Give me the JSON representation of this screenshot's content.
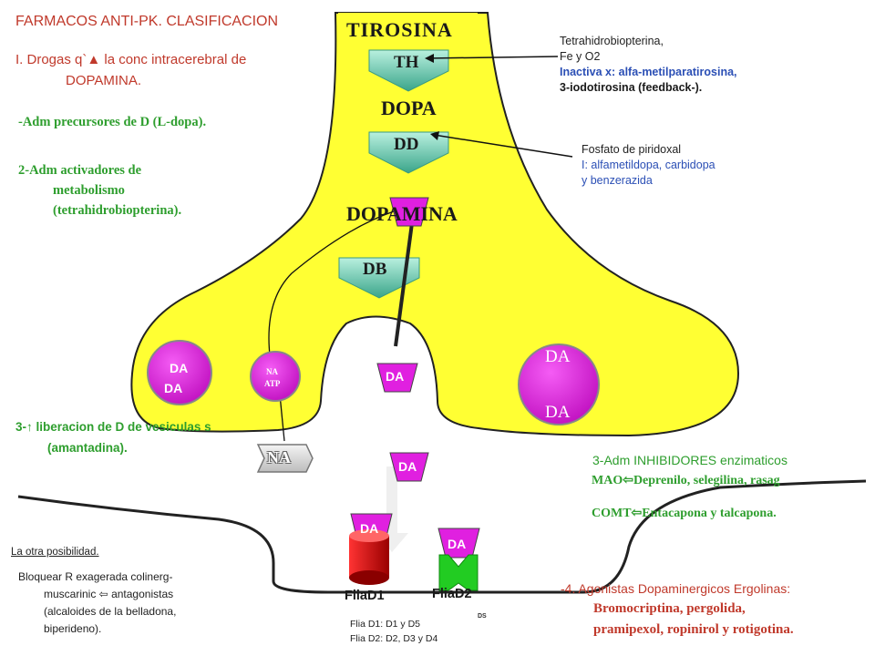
{
  "title": "FARMACOS ANTI-PK.  CLASIFICACION",
  "section1_line1": "I. Drogas q`▲ la conc intracerebral de",
  "section1_line2": "DOPAMINA.",
  "item1": "-Adm precursores de D (L-dopa).",
  "item2_line1": "2-Adm activadores de",
  "item2_line2": "metabolismo",
  "item2_line3": "(tetrahidrobiopterina).",
  "item3_line1": "3-↑ liberacion de D de vesiculas s",
  "item3_line2": "(amantadina).",
  "pathway": {
    "tirosina": "TIROSINA",
    "th": "TH",
    "dopa": "DOPA",
    "dd": "DD",
    "dopamina": "DOPAMINA",
    "db": "DB"
  },
  "th_note": {
    "line1": "Tetrahidrobiopterina,",
    "line2": "Fe y O2",
    "line3": "Inactiva x: alfa-metilparatirosina,",
    "line4": "3-iodotirosina (feedback-)."
  },
  "dd_note": {
    "line1": "Fosfato de piridoxal",
    "line2": "I: alfametildopa, carbidopa",
    "line3": "y benzerazida"
  },
  "vesicles": {
    "left_da1": "DA",
    "left_da2": "DA",
    "na": "NA",
    "atp": "ATP",
    "right_da1": "DA",
    "right_da2": "DA"
  },
  "da_labels": [
    "DA",
    "DA",
    "DA",
    "DA"
  ],
  "na_label": "NA",
  "inhibitors": {
    "heading": "3-Adm INHIBIDORES enzimaticos",
    "mao": "MAO⇦Deprenilo, selegilina, rasag",
    "comt": "COMT⇦Entacapona y talcapona."
  },
  "agonists": {
    "heading": "-4. Agonistas Dopaminergicos Ergolinas:",
    "line1": "Bromocriptina, pergolida,",
    "line2": "pramipexol, ropinirol y rotigotina."
  },
  "other": {
    "heading": "La otra posibilidad.",
    "line1": "Bloquear R exagerada colinerg-",
    "line2": "muscarinic ⇦ antagonistas",
    "line3": "(alcaloides de la belladona,",
    "line4": "biperideno)."
  },
  "receptors": {
    "d1": "FliaD1",
    "d2": "FliaD2",
    "ds": "DS",
    "note1": "Flia D1: D1 y D5",
    "note2": "Flia D2: D2, D3 y D4"
  },
  "colors": {
    "terminal": "#ffff33",
    "accent_red": "#c0392b",
    "accent_green": "#2e9e2e",
    "accent_blue": "#2b4fb5",
    "vesicle_fill": "#e020e0",
    "receptor_d1": "#cc1111",
    "receptor_d2": "#22cc22",
    "arrow_teal": "#6fcfb0"
  }
}
